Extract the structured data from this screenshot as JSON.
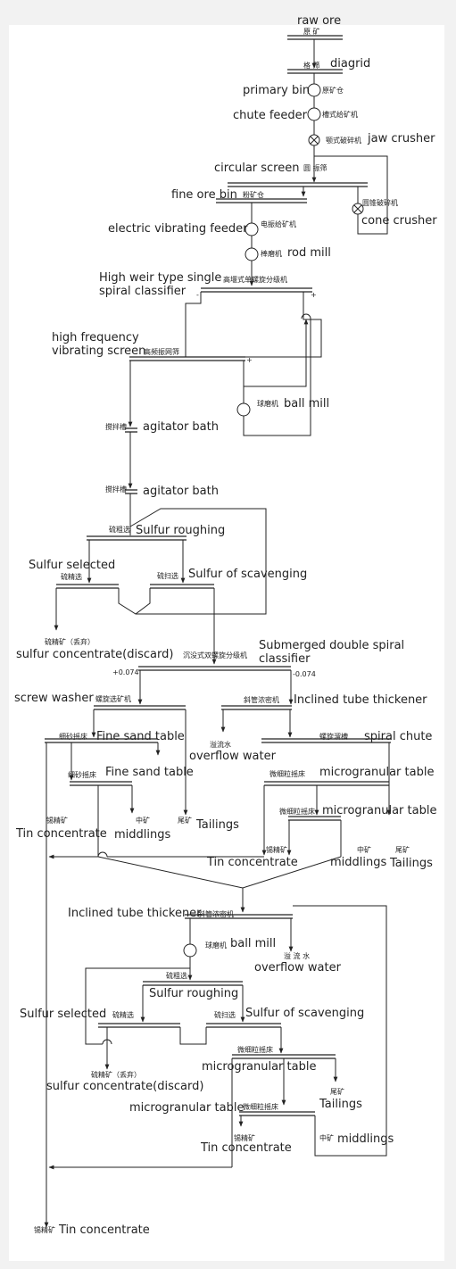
{
  "labels": {
    "raw_ore": "raw ore",
    "raw_ore_zh": "原 矿",
    "diagrid": "diagrid",
    "diagrid_zh": "格 筛",
    "primary_bin": "primary bin",
    "primary_bin_zh": "原矿仓",
    "chute_feeder": "chute feeder",
    "chute_feeder_zh": "槽式给矿机",
    "jaw_crusher": "jaw crusher",
    "jaw_crusher_zh": "颚式破碎机",
    "circular_screen": "circular screen",
    "circular_screen_zh": "圆 振筛",
    "fine_ore_bin": "fine ore bin",
    "fine_ore_bin_zh": "粉矿仓",
    "cone_crusher": "cone crusher",
    "cone_crusher_zh": "圆锥破碎机",
    "vibrating_feeder": "electric vibrating feeder",
    "vibrating_feeder_zh": "电振给矿机",
    "rod_mill": "rod mill",
    "rod_mill_zh": "棒磨机",
    "weir_classifier_1": "High weir type single",
    "weir_classifier_2": "spiral classifier",
    "weir_classifier_zh": "高堰式单螺旋分级机",
    "hf_screen_1": "high frequency",
    "hf_screen_2": "vibrating screen",
    "hf_screen_zh": "高频振网筛",
    "ball_mill_1": "ball mill",
    "ball_mill_1_zh": "球磨机",
    "agitator_1": "agitator bath",
    "agitator_1_zh": "搅拌槽",
    "agitator_2": "agitator bath",
    "agitator_2_zh": "搅拌槽",
    "sulfur_roughing_1": "Sulfur roughing",
    "sulfur_roughing_1_zh": "硫粗选",
    "sulfur_selected_1": "Sulfur selected",
    "sulfur_selected_1_zh": "硫精选",
    "sulfur_scavenging_1": "Sulfur of scavenging",
    "sulfur_scavenging_1_zh": "硫扫选",
    "sulfur_conc_1": "sulfur concentrate(discard)",
    "sulfur_conc_1_zh": "硫精矿（丢弃）",
    "submerged_1": "Submerged double spiral",
    "submerged_2": "classifier",
    "submerged_zh": "沉没式双螺旋分级机",
    "plus_size": "+0.074",
    "minus_size": "-0.074",
    "screw_washer": "screw washer",
    "screw_washer_zh": "螺旋选矿机",
    "inclined_1": "Inclined tube thickener",
    "inclined_1_zh": "斜管浓密机",
    "fine_sand_1": "Fine sand table",
    "fine_sand_1_zh": "细砂摇床",
    "overflow_1": "overflow water",
    "overflow_1_zh": "溢流水",
    "spiral_chute": "spiral chute",
    "spiral_chute_zh": "螺旋溜槽",
    "fine_sand_2": "Fine sand table",
    "fine_sand_2_zh": "细砂摇床",
    "microgranular_1": "microgranular table",
    "microgranular_1_zh": "微细粒摇床",
    "microgranular_2": "microgranular table",
    "microgranular_2_zh": "微细粒摇床",
    "tin_conc_1": "Tin concentrate",
    "tin_conc_1_zh": "锡精矿",
    "middlings_1": "middlings",
    "middlings_1_zh": "中矿",
    "tailings_1": "Tailings",
    "tailings_1_zh": "尾矿",
    "tin_conc_2": "Tin concentrate",
    "tin_conc_2_zh": "锡精矿",
    "middlings_2": "middlings",
    "middlings_2_zh": "中矿",
    "tailings_2": "Tailings",
    "tailings_2_zh": "尾矿",
    "inclined_2": "Inclined tube thickener",
    "inclined_2_zh": "斜管浓密机",
    "ball_mill_2": "ball mill",
    "ball_mill_2_zh": "球磨机",
    "overflow_2": "overflow water",
    "overflow_2_zh": "溢 流 水",
    "sulfur_roughing_2": "Sulfur roughing",
    "sulfur_roughing_2_zh": "硫粗选",
    "sulfur_selected_2": "Sulfur selected",
    "sulfur_selected_2_zh": "硫精选",
    "sulfur_scavenging_2": "Sulfur of scavenging",
    "sulfur_scavenging_2_zh": "硫扫选",
    "sulfur_conc_2": "sulfur concentrate(discard)",
    "sulfur_conc_2_zh": "硫精矿（丢弃）",
    "microgranular_3": "microgranular table",
    "microgranular_3_zh": "微细粒摇床",
    "tailings_3": "Tailings",
    "tailings_3_zh": "尾矿",
    "microgranular_4": "microgranular table",
    "microgranular_4_zh": "微细粒摇床",
    "tin_conc_3": "Tin concentrate",
    "tin_conc_3_zh": "锡精矿",
    "middlings_3": "middlings",
    "middlings_3_zh": "中矿",
    "tin_conc_final": "Tin concentrate",
    "tin_conc_final_zh": "锡精矿"
  }
}
